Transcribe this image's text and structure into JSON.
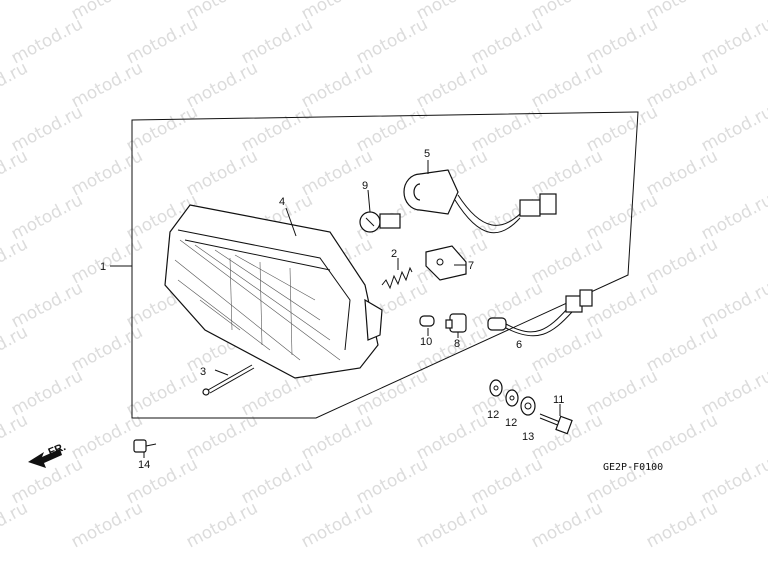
{
  "watermark": "motod.ru",
  "diagram_code": "GE2P-F0100",
  "front_label": "FR.",
  "callouts": {
    "c1": "1",
    "c2": "2",
    "c3": "3",
    "c4": "4",
    "c5": "5",
    "c6": "6",
    "c7": "7",
    "c8": "8",
    "c9": "9",
    "c10": "10",
    "c11": "11",
    "c12a": "12",
    "c12b": "12",
    "c13": "13",
    "c14": "14"
  }
}
